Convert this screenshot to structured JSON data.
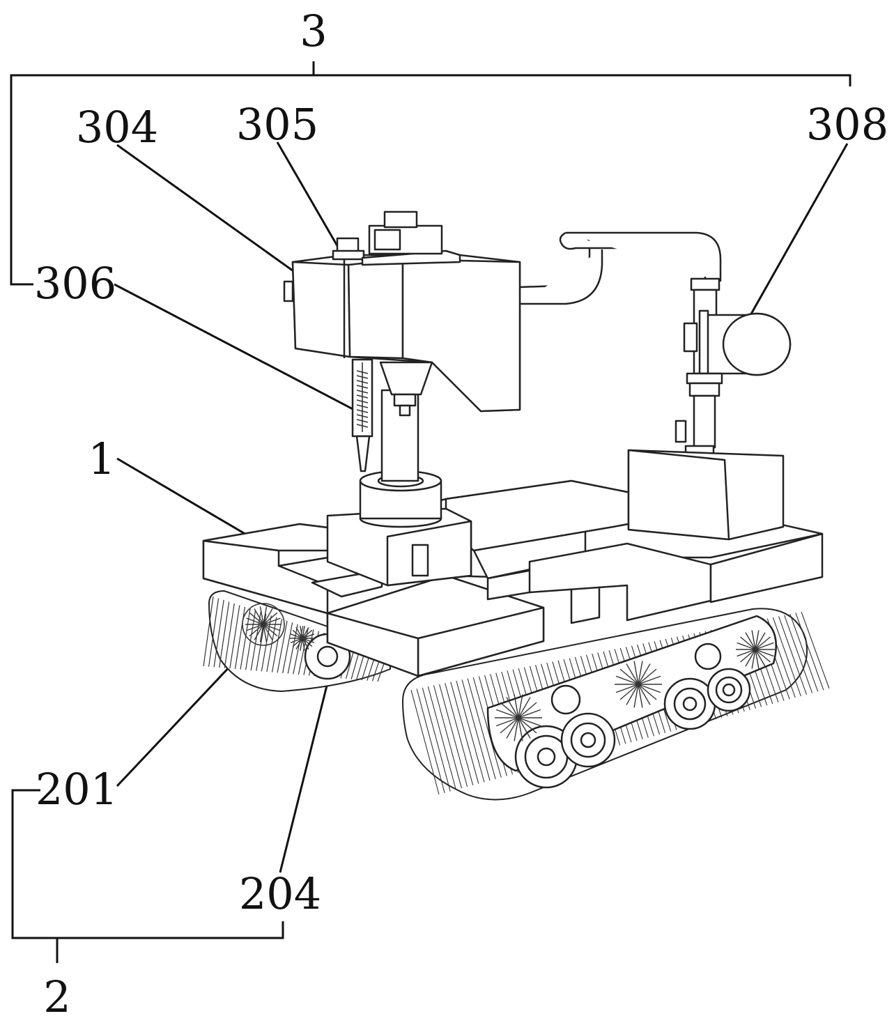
{
  "labels": {
    "l3": "3",
    "l304": "304",
    "l305": "305",
    "l308": "308",
    "l306": "306",
    "l1": "1",
    "l201": "201",
    "l204": "204",
    "l2": "2"
  },
  "colors": {
    "ink": "#111111",
    "paper": "#ffffff"
  }
}
